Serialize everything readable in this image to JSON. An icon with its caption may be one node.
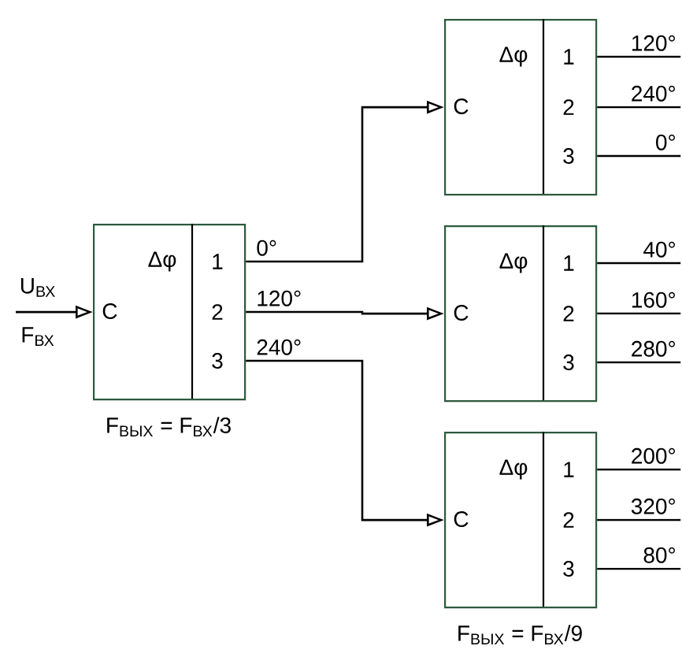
{
  "diagram": {
    "nodes": [
      {
        "text": [
          "Δφ",
          "C",
          "1",
          "2",
          "3"
        ],
        "beside": [
          "F$_{ВЫХ}$ = F$_{ВХ}$/3"
        ]
      },
      {
        "text": [
          "Δφ",
          "C",
          "1",
          "2",
          "3"
        ]
      },
      {
        "text": [
          "Δφ",
          "C",
          "1",
          "2",
          "3"
        ]
      },
      {
        "text": [
          "Δφ",
          "C",
          "1",
          "2",
          "3"
        ],
        "beside": [
          "F$_{ВЫХ}$ = F$_{ВХ}$/9"
        ]
      }
    ],
    "edges": [
      {
        "from": null,
        "to": 0,
        "arrow": "to"
      },
      {
        "from": 0,
        "to": 1,
        "arrow": "to",
        "label": "0°"
      },
      {
        "from": 0,
        "to": 2,
        "arrow": "to",
        "label": "120°"
      },
      {
        "from": 0,
        "to": 3,
        "arrow": "to",
        "label": "240°"
      },
      {
        "from": 1,
        "to": null,
        "arrow": "none",
        "label": "120°"
      },
      {
        "from": 1,
        "to": null,
        "arrow": "none",
        "label": "240°"
      },
      {
        "from": 1,
        "to": null,
        "arrow": "none",
        "label": "0°"
      },
      {
        "from": 2,
        "to": null,
        "arrow": "none",
        "label": "40°"
      },
      {
        "from": 2,
        "to": null,
        "arrow": "none",
        "label": "160°"
      },
      {
        "from": 2,
        "to": null,
        "arrow": "none",
        "label": "280°"
      },
      {
        "from": 3,
        "to": null,
        "arrow": "none",
        "label": "200°"
      },
      {
        "from": 3,
        "to": null,
        "arrow": "none",
        "label": "320°"
      },
      {
        "from": 3,
        "to": null,
        "arrow": "none",
        "label": "80°"
      }
    ],
    "labels": [
      "U$_{ВХ}$",
      "F$_{ВХ}$"
    ]
  }
}
